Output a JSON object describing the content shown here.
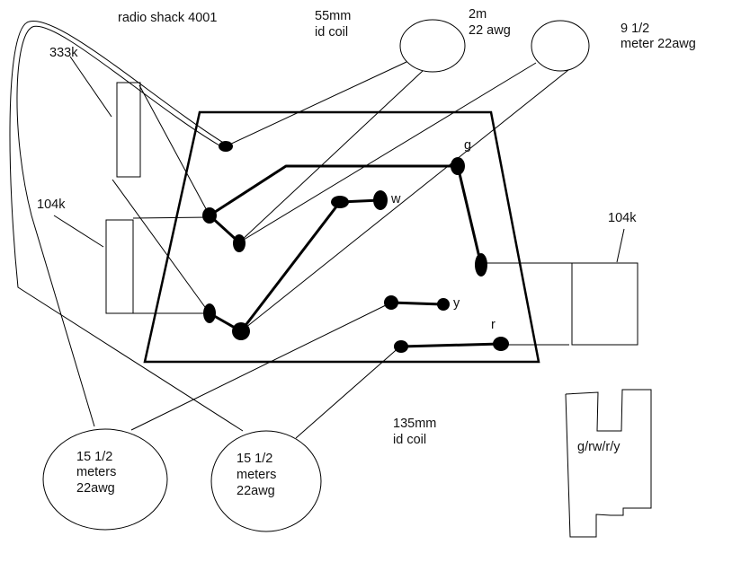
{
  "diagram": {
    "title": "radio shack 4001",
    "labels": {
      "coil_small_line1": "55mm",
      "coil_small_line2": "id coil",
      "coil_large_line1": "135mm",
      "coil_large_line2": "id coil",
      "resistor_top_left": "333k",
      "resistor_mid_left": "104k",
      "resistor_right": "104k",
      "pin_g": "g",
      "pin_w": "w",
      "pin_y": "y",
      "pin_r": "r",
      "plug": "g/rw/r/y"
    },
    "coils": [
      {
        "id": "coil-2m",
        "lines": [
          "2m",
          "22 awg"
        ]
      },
      {
        "id": "coil-9-5m",
        "lines": [
          "9 1/2",
          "meter 22awg"
        ]
      },
      {
        "id": "coil-15-5m-a",
        "lines": [
          "15 1/2",
          "meters",
          "22awg"
        ]
      },
      {
        "id": "coil-15-5m-b",
        "lines": [
          "15 1/2",
          "meters",
          "22awg"
        ]
      }
    ]
  }
}
